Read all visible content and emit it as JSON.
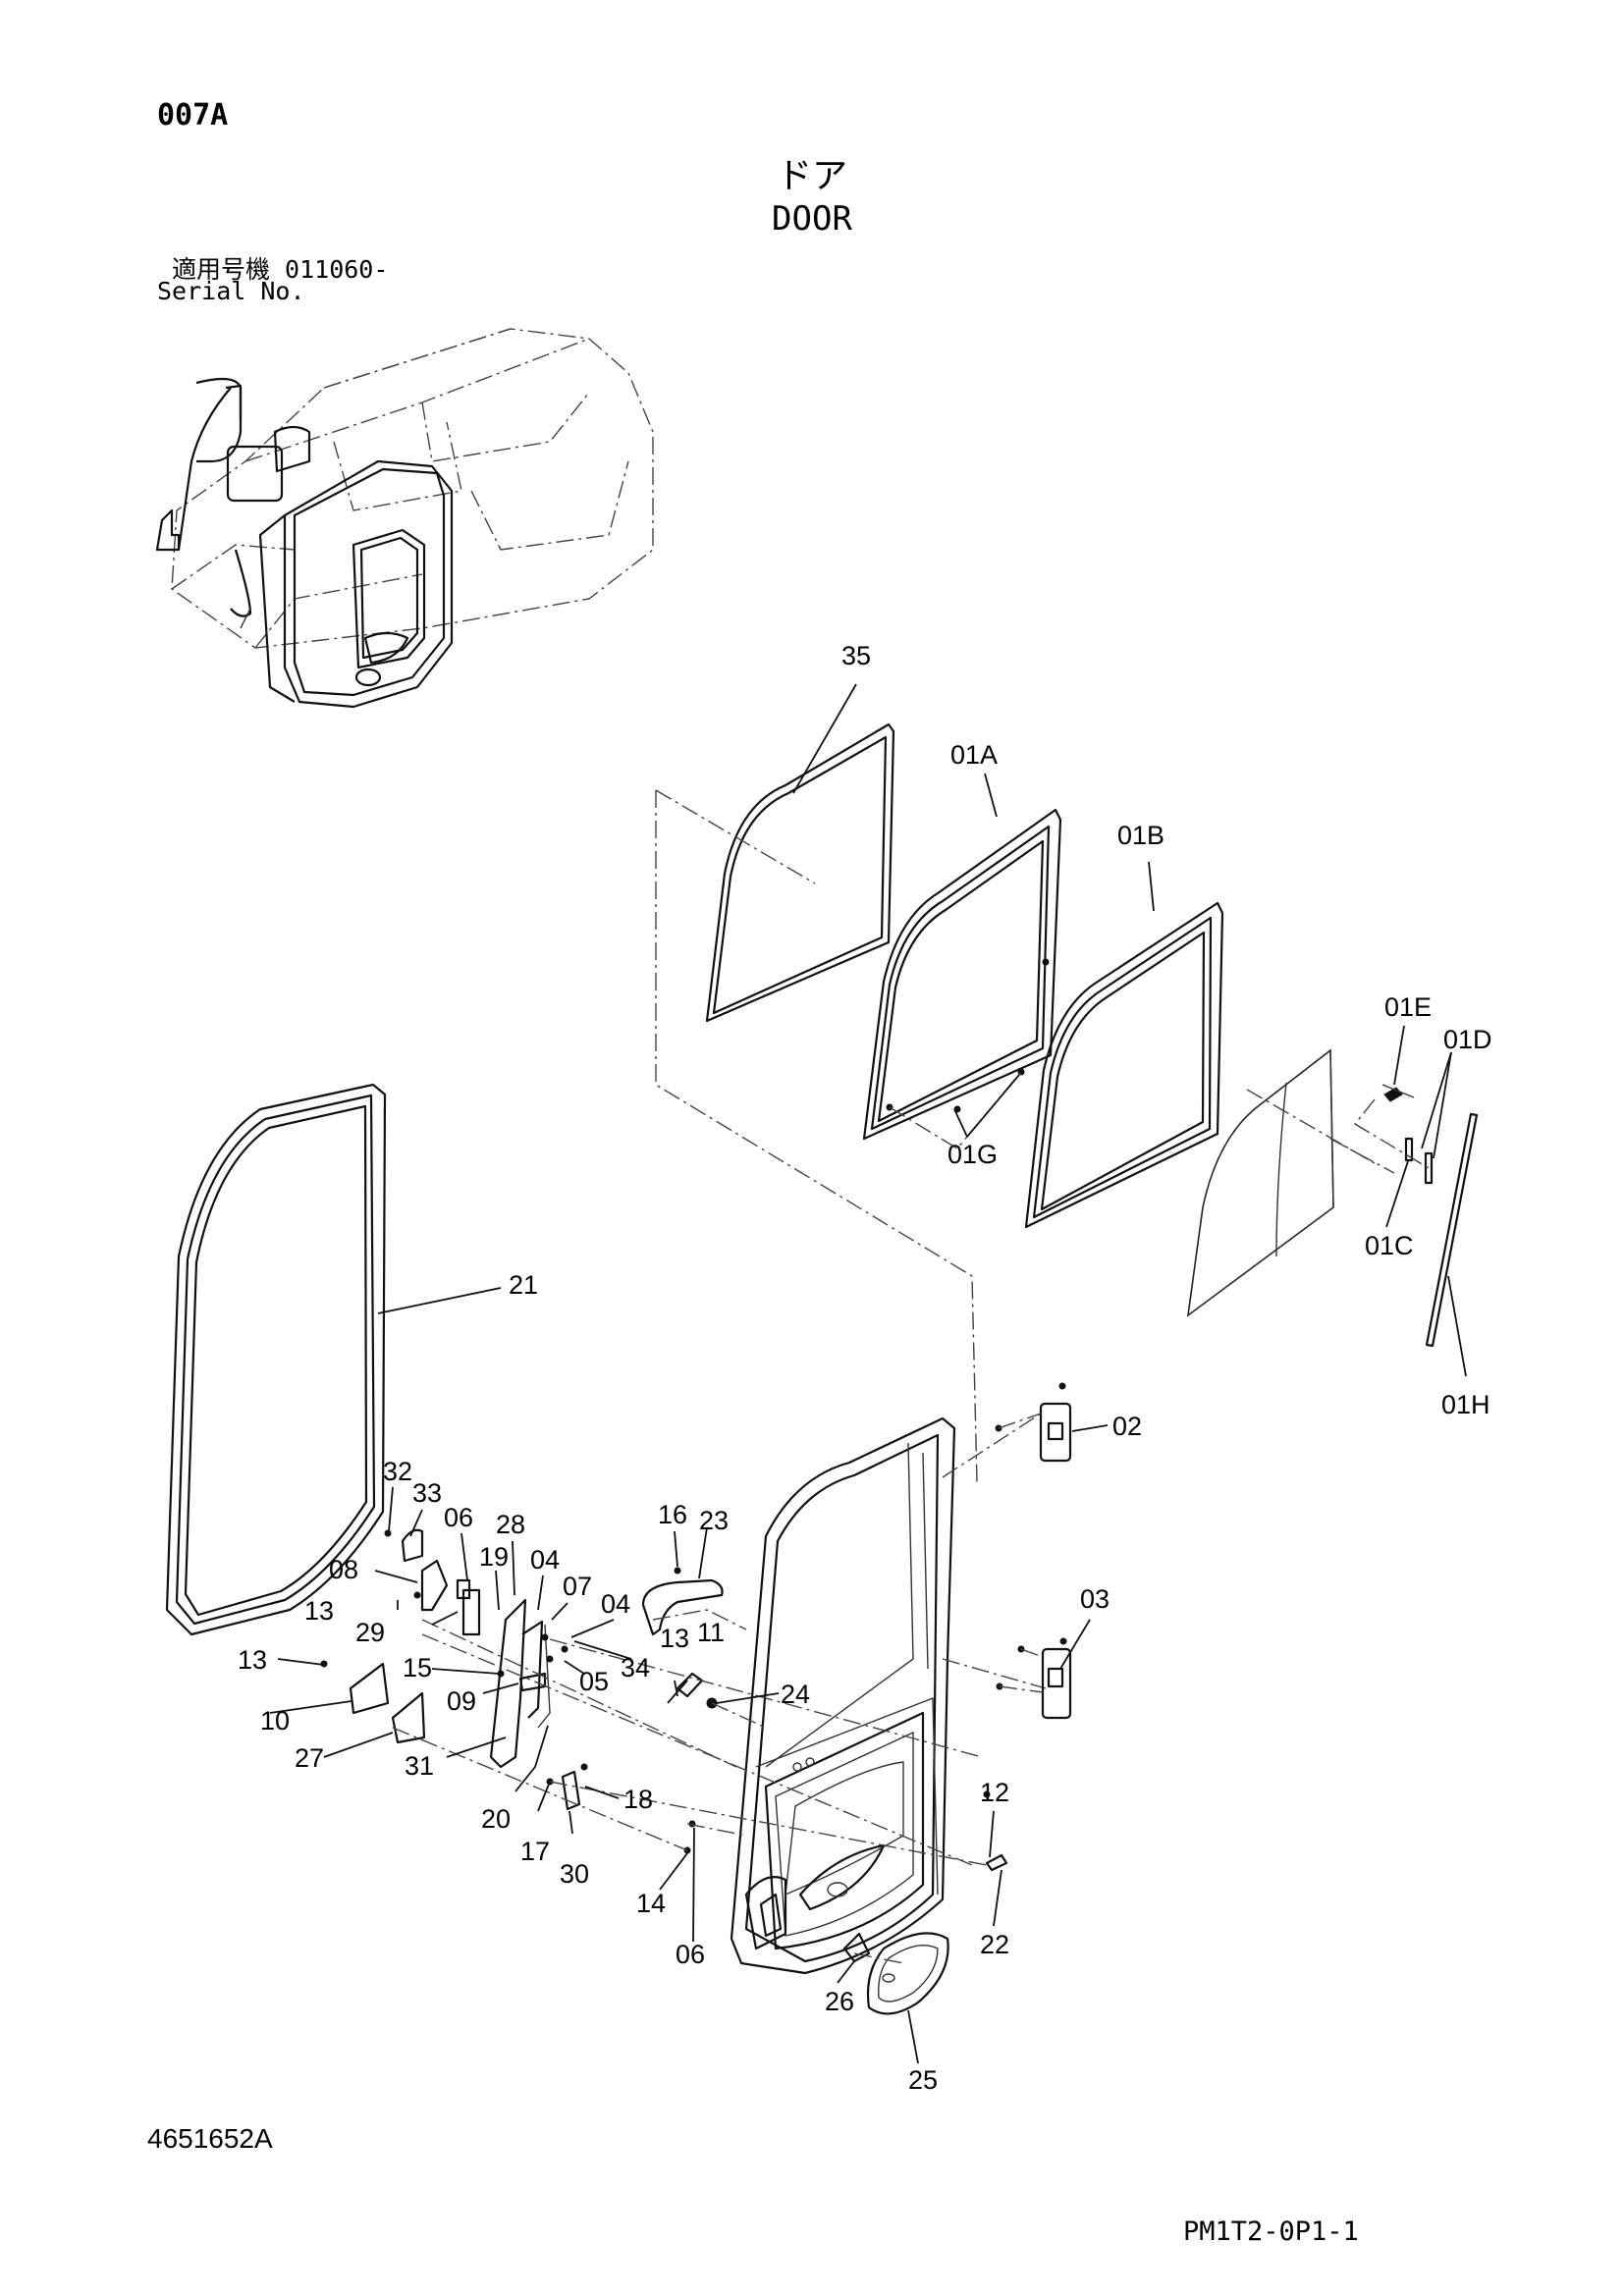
{
  "header": {
    "page_code": "007A",
    "title_ja": "ドア",
    "title_en": "DOOR",
    "serial_ja": "適用号機 011060-",
    "serial_en": "Serial No."
  },
  "footer": {
    "drawing_no": "4651652A",
    "sheet_no": "PM1T2-0P1-1"
  },
  "callouts": {
    "c35": "35",
    "c01A": "01A",
    "c01B": "01B",
    "c01E": "01E",
    "c01D": "01D",
    "c01G": "01G",
    "c01C": "01C",
    "c01H": "01H",
    "c21": "21",
    "c02": "02",
    "c03": "03",
    "c32": "32",
    "c33": "33",
    "c06a": "06",
    "c28": "28",
    "c19": "19",
    "c04a": "04",
    "c07": "07",
    "c04b": "04",
    "c08": "08",
    "c13a": "13",
    "c29": "29",
    "c34": "34",
    "c05": "05",
    "c13b": "13",
    "c15": "15",
    "c09": "09",
    "c10": "10",
    "c27": "27",
    "c31": "31",
    "c20": "20",
    "c17": "17",
    "c30": "30",
    "c18": "18",
    "c16": "16",
    "c23": "23",
    "c13c": "13",
    "c11": "11",
    "c24": "24",
    "c12": "12",
    "c14": "14",
    "c06b": "06",
    "c22": "22",
    "c26": "26",
    "c25": "25"
  }
}
